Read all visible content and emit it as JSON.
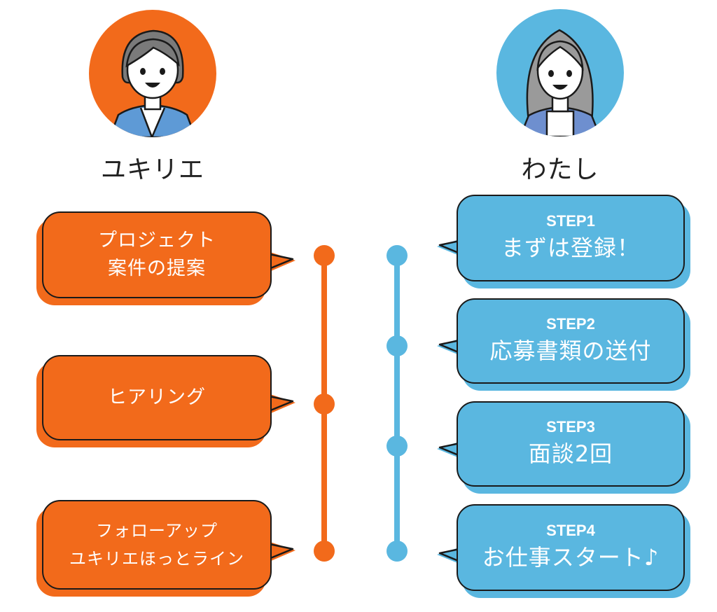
{
  "people": {
    "left": {
      "name": "ユキリエ"
    },
    "right": {
      "name": "わたし"
    }
  },
  "left_steps": [
    {
      "line1": "プロジェクト",
      "line2": "案件の提案"
    },
    {
      "line1": "ヒアリング"
    },
    {
      "line1": "フォローアップ",
      "line2": "ユキリエほっとライン"
    }
  ],
  "right_steps": [
    {
      "label": "STEP1",
      "text": "まずは登録！"
    },
    {
      "label": "STEP2",
      "text": "応募書類の送付"
    },
    {
      "label": "STEP3",
      "text": "面談2回"
    },
    {
      "label": "STEP4",
      "text": "お仕事スタート♪"
    }
  ],
  "colors": {
    "orange": "#f26a1b",
    "blue": "#5ab7e0",
    "outline": "#1a1a1a"
  }
}
